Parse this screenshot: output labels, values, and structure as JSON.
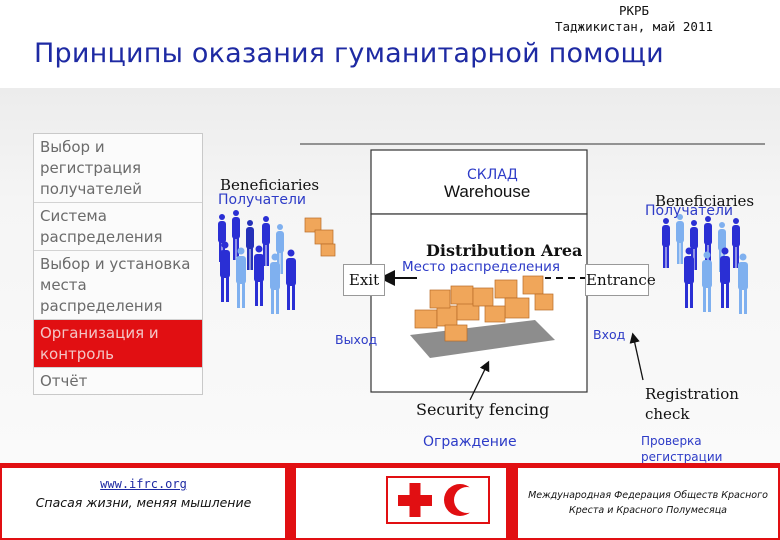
{
  "header": {
    "org_short": "РКРБ",
    "place_date": "Таджикистан, май 2011",
    "title": "Принципы оказания гуманитарной помощи"
  },
  "menu": {
    "items": [
      {
        "label": "Выбор и регистрация получателей",
        "active": false
      },
      {
        "label": "Система распределения",
        "active": false
      },
      {
        "label": "Выбор и установка места распределения",
        "active": false
      },
      {
        "label": "Организация и контроль",
        "active": true
      },
      {
        "label": "Отчёт",
        "active": false
      }
    ]
  },
  "diagram": {
    "beneficiaries_left_en": "Beneficiaries",
    "beneficiaries_left_ru": "Получатели",
    "beneficiaries_right_en": "Beneficiaries",
    "beneficiaries_right_ru": "Получатели",
    "warehouse_ru": "СКЛАД",
    "warehouse_en": "Warehouse",
    "distribution_en": "Distribution Area",
    "distribution_ru": "Место распределения",
    "exit_en": "Exit",
    "exit_ru": "Выход",
    "entrance_en": "Entrance",
    "entrance_ru": "Вход",
    "security_en": "Security fencing",
    "security_ru": "Ограждение",
    "registration_en": "Registration check",
    "registration_ru": "Проверка регистрации"
  },
  "footer": {
    "url": "www.ifrc.org",
    "slogan": "Спасая жизни, меняя мышление",
    "org_name": "Международная Федерация Обществ Красного Креста и Красного Полумесяца"
  },
  "colors": {
    "red": "#e10f12",
    "title_blue": "#1e2aa3",
    "label_blue": "#2d3bc7"
  }
}
